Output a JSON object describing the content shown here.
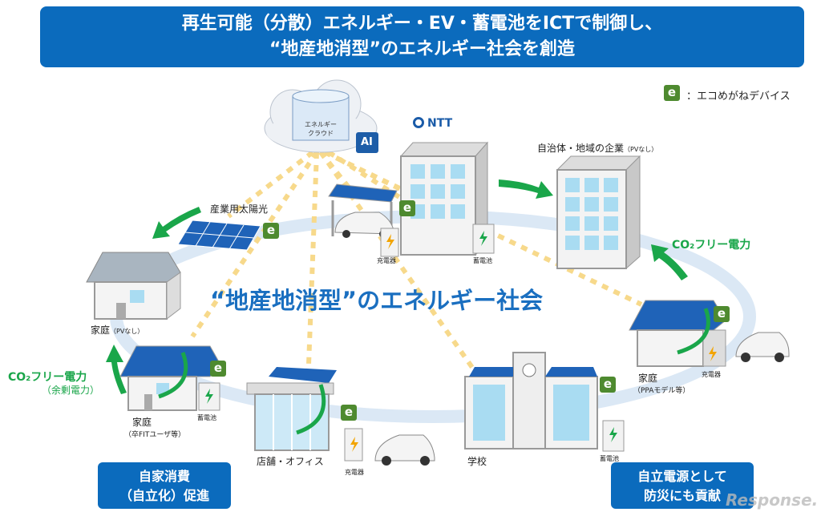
{
  "header": {
    "line1": "再生可能（分散）エネルギー・EV・蓄電池をICTで制御し、",
    "line2": "“地産地消型”のエネルギー社会を創造"
  },
  "legend": {
    "badge": "e",
    "text": "：エコめがねデバイス"
  },
  "cloud": {
    "line1": "エネルギー",
    "line2": "クラウド",
    "chip": "AI"
  },
  "ntt": {
    "logo": "NTT"
  },
  "center_title": "“地産地消型”のエネルギー社会",
  "nodes": {
    "municipal": {
      "label": "自治体・地域の企業",
      "note": "（PVなし）"
    },
    "industrial_solar": {
      "label": "産業用太陽光"
    },
    "home_no_pv": {
      "label": "家庭",
      "note": "（PVなし）"
    },
    "home_fit": {
      "label": "家庭",
      "note": "（卒FITユーザ等）",
      "battery": "蓄電池"
    },
    "store": {
      "label": "店舗・オフィス",
      "charger": "充電器"
    },
    "school": {
      "label": "学校",
      "battery": "蓄電池"
    },
    "home_ppa": {
      "label": "家庭",
      "note": "（PPAモデル等）",
      "charger": "充電器"
    },
    "ntt_site": {
      "charger": "充電器",
      "battery": "蓄電池"
    }
  },
  "flows": {
    "right": "CO₂フリー電力",
    "left": "CO₂フリー電力",
    "left_note": "（余剰電力）"
  },
  "boxes": {
    "left_line1": "自家消費",
    "left_line2": "（自立化）促進",
    "right_line1": "自立電源として",
    "right_line2": "防災にも貢献"
  },
  "watermark": "Response.",
  "colors": {
    "header": "#0b6bbd",
    "accent_green": "#1aa64a",
    "badge": "#4e8a2f",
    "ring": "#dbe8f5",
    "dots": "#f7d98b"
  }
}
